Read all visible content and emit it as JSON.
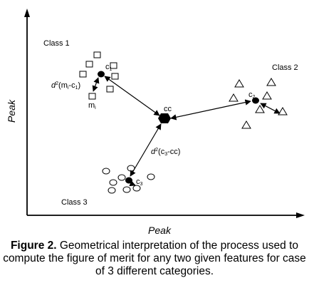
{
  "figure": {
    "y_axis_label": "Peak",
    "x_axis_label": "Peak",
    "class1_label": "Class 1",
    "class2_label": "Class 2",
    "class3_label": "Class 3",
    "centroid1_label": "c",
    "centroid1_sub": "1",
    "centroid2_label": "c",
    "centroid2_sub": "2",
    "centroid3_label": "c",
    "centroid3_sub": "3",
    "center_label": "cc",
    "member_label": "m",
    "member_sub": "i",
    "dist1_d": "d",
    "dist1_sup": "2",
    "dist1_rest": "(m",
    "dist1_sub_a": "i",
    "dist1_mid": "-c",
    "dist1_sub_b": "1",
    "dist1_end": ")",
    "dist3_d": "d",
    "dist3_sup": "2",
    "dist3_rest": "(c",
    "dist3_sub": "3",
    "dist3_end": "-cc)"
  },
  "caption": {
    "label": "Figure 2.",
    "text": " Geometrical interpretation of the process used to compute the figure of merit for any two given features for case of 3 different categories."
  }
}
